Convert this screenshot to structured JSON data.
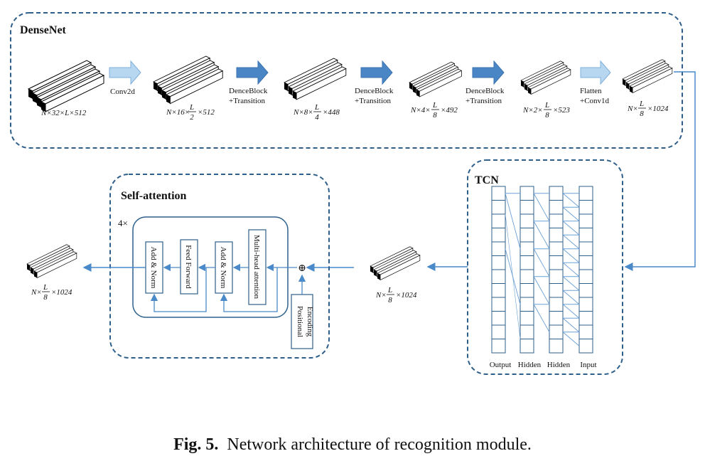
{
  "densenet": {
    "title": "DenseNet",
    "stages": [
      {
        "dim": "N×32×L×512"
      },
      {
        "dim_pre": "N×16×",
        "dim_frac_num": "L",
        "dim_frac_den": "2",
        "dim_post": "×512"
      },
      {
        "dim_pre": "N×8×",
        "dim_frac_num": "L",
        "dim_frac_den": "4",
        "dim_post": "×448"
      },
      {
        "dim_pre": "N×4×",
        "dim_frac_num": "L",
        "dim_frac_den": "8",
        "dim_post": "×492"
      },
      {
        "dim_pre": "N×2×",
        "dim_frac_num": "L",
        "dim_frac_den": "8",
        "dim_post": "×523"
      },
      {
        "dim_pre": "N×",
        "dim_frac_num": "L",
        "dim_frac_den": "8",
        "dim_post": "×1024"
      }
    ],
    "ops": [
      {
        "line1": "Conv2d",
        "line2": ""
      },
      {
        "line1": "DenceBlock",
        "line2": "+Transition"
      },
      {
        "line1": "DenceBlock",
        "line2": "+Transition"
      },
      {
        "line1": "DenceBlock",
        "line2": "+Transition"
      },
      {
        "line1": "Flatten",
        "line2": "+Conv1d"
      }
    ]
  },
  "tcn": {
    "title": "TCN",
    "columns": [
      "Output",
      "Hidden",
      "Hidden",
      "Input"
    ]
  },
  "self_attention": {
    "title": "Self-attention",
    "repeat": "4×",
    "blocks": [
      "Add & Norm",
      "Feed Forward",
      "Add & Norm",
      "Multi-head attention"
    ],
    "positional": "Positional Encoding",
    "plus": "⊕"
  },
  "tcn_out_dim": {
    "pre": "N×",
    "num": "L",
    "den": "8",
    "post": "×1024"
  },
  "final_dim": {
    "pre": "N×",
    "num": "L",
    "den": "8",
    "post": "×1024"
  },
  "caption": {
    "bold": "Fig. 5.",
    "text": "Network architecture of recognition module."
  },
  "colors": {
    "dashed": "#2e5f8a",
    "arrow_dark": "#4a86c5",
    "arrow_light": "#a9cdeb",
    "line": "#4a8ac8"
  }
}
